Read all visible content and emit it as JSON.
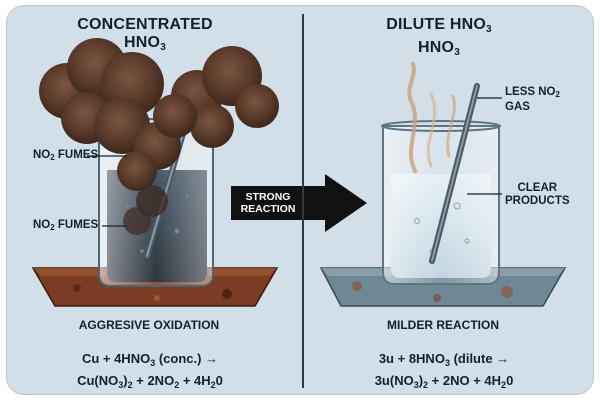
{
  "left": {
    "title_line1": "CONCENTRATED",
    "title_line2_main": "HNO",
    "title_line2_sub": "3",
    "label_top_main": "NO",
    "label_top_sub": "2",
    "label_top_rest": " FUMES",
    "label_mid_main": "NO",
    "label_mid_sub": "2",
    "label_mid_rest": " FUMES",
    "caption": "AGGRESIVE OXIDATION",
    "eq_line1_a": "Cu + 4HNO",
    "eq_line1_sub": "3",
    "eq_line1_b": " (conc.) →",
    "eq_line2_a": "Cu(NO",
    "eq_line2_sub1": "3",
    "eq_line2_b": ")",
    "eq_line2_sub2": "2",
    "eq_line2_c": " + 2NO",
    "eq_line2_sub3": "2",
    "eq_line2_d": " + 4H",
    "eq_line2_sub4": "2",
    "eq_line2_e": "0"
  },
  "arrow": {
    "line1": "STRONG",
    "line2": "REACTION"
  },
  "right": {
    "title_line1_main": "DILUTE HNO",
    "title_line1_sub": "3",
    "title_line2_main": "HNO",
    "title_line2_sub": "3",
    "label_gas_line1_main": "LESS NO",
    "label_gas_line1_sub": "2",
    "label_gas_line2": "GAS",
    "label_clear_line1": "CLEAR",
    "label_clear_line2": "PRODUCTS",
    "caption": "MILDER REACTION",
    "eq_line1_a": "3u + 8HNO",
    "eq_line1_sub": "3",
    "eq_line1_b": " (dilute →",
    "eq_line2_a": "3u(NO",
    "eq_line2_sub1": "3",
    "eq_line2_b": ")",
    "eq_line2_sub2": "2",
    "eq_line2_c": " + 2NO + 4H",
    "eq_line2_sub3": "2",
    "eq_line2_d": "0"
  },
  "colors": {
    "background": "#d3dfe8",
    "fumes": "#5a3a2a",
    "concentrated_liquid": "#1f2c38",
    "dilute_liquid": "#c9dbe6",
    "copper_plate": "#7a3c22",
    "rusty_plate": "#6e8896",
    "arrow": "#111111"
  }
}
